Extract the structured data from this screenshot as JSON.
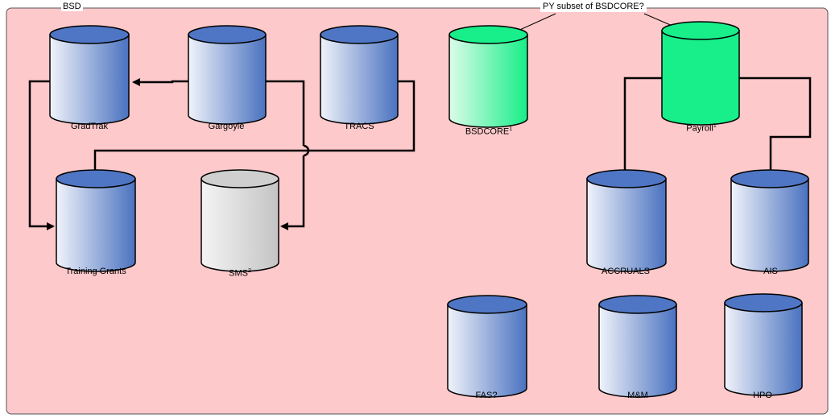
{
  "boundary": {
    "label": "BSD"
  },
  "callout": {
    "text": "PY subset of BSDCORE?"
  },
  "databases": {
    "gradtrak": {
      "label": "GradTrak",
      "sup": ""
    },
    "gargoyle": {
      "label": "Gargoyle",
      "sup": ""
    },
    "tracs": {
      "label": "TRACS",
      "sup": ""
    },
    "bsdcore": {
      "label": "BSDCORE",
      "sup": "1"
    },
    "payroll": {
      "label": "Payroll",
      "sup": "1"
    },
    "training_grants": {
      "label": "Training Grants",
      "sup": ""
    },
    "sms": {
      "label": "SMS",
      "sup": "2"
    },
    "accruals": {
      "label": "ACCRUALS",
      "sup": ""
    },
    "ais": {
      "label": "AIS",
      "sup": ""
    },
    "fas": {
      "label": "FAS?",
      "sup": ""
    },
    "mm": {
      "label": "M&M",
      "sup": ""
    },
    "hpo": {
      "label": "HPO",
      "sup": ""
    }
  },
  "colors": {
    "background": "#fec9cb",
    "blue_top": "#4e75c3",
    "blue_light": "#e7ecf7",
    "green": "#18ef8a",
    "gray": "#cfcfcf"
  }
}
